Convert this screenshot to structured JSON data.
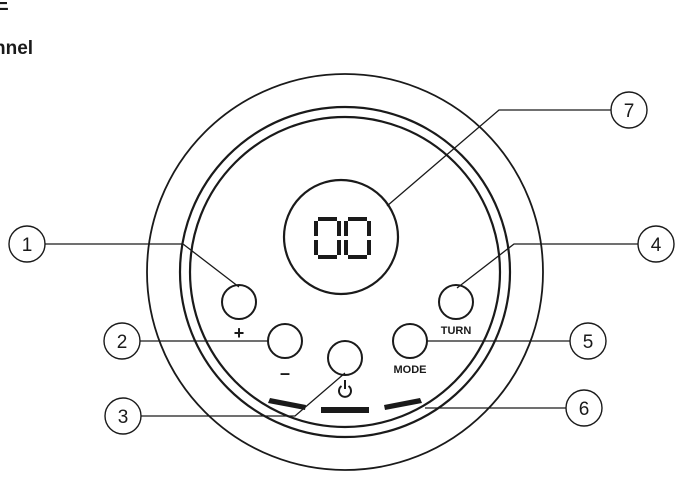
{
  "header": {
    "line1": "E",
    "line2": "nnel"
  },
  "display": {
    "digits": "00"
  },
  "buttons": {
    "plus": {
      "label": "+"
    },
    "minus": {
      "label": "–"
    },
    "power": {
      "icon": "power-icon"
    },
    "turn": {
      "label": "TURN"
    },
    "mode": {
      "label": "MODE"
    }
  },
  "callouts": [
    "1",
    "2",
    "3",
    "4",
    "5",
    "6",
    "7"
  ],
  "colors": {
    "ink": "#1a1a1a",
    "background": "#ffffff"
  }
}
